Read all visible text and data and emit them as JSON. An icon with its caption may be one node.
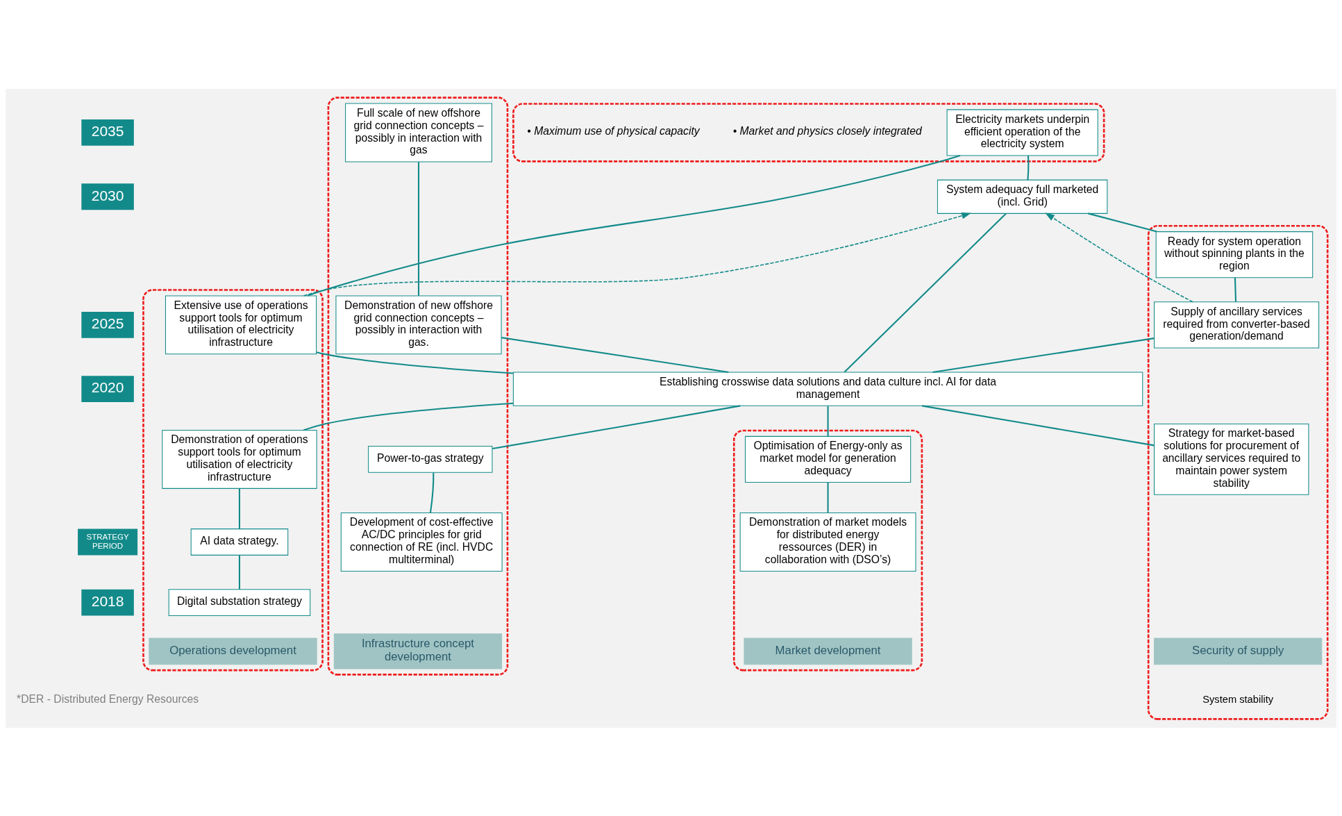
{
  "diagram": {
    "nodes": [
      {
        "text": [],
        "shape": "box"
      },
      {
        "text": [
          "Electricity markets underpin efficient operation of the electricity system"
        ],
        "in": 0,
        "beside": [
          "• Market and physics closely integrated",
          "• Maximum use of physical capacity"
        ]
      },
      {
        "text": [
          "System adequacy full marketed (incl. Grid)"
        ]
      },
      {
        "text": [],
        "shape": "box"
      },
      {
        "text": [
          "Full scale of new offshore grid connection concepts – possibly in interaction with gas"
        ],
        "in": 3
      },
      {
        "text": [
          "Demonstration of new offshore grid connection concepts – possibly in interaction with gas."
        ],
        "in": 3
      },
      {
        "text": [
          "Power-to-gas strategy"
        ],
        "in": 3
      },
      {
        "text": [
          "Development of cost-effective AC/DC principles for grid connection of RE (incl. HVDC multiterminal)"
        ],
        "in": 3
      },
      {
        "text": [
          "Infrastructure concept development"
        ],
        "in": 3
      },
      {
        "text": [],
        "shape": "box"
      },
      {
        "text": [
          "Extensive use of operations support tools for optimum utilisation of electricity infrastructure"
        ],
        "in": 9
      },
      {
        "text": [
          "Demonstration of operations support tools for optimum utilisation of electricity infrastructure"
        ],
        "in": 9
      },
      {
        "text": [
          "AI data strategy."
        ],
        "in": 9
      },
      {
        "text": [
          "Digital substation strategy"
        ],
        "in": 9
      },
      {
        "text": [
          "Operations development"
        ],
        "in": 9
      },
      {
        "text": [],
        "shape": "box"
      },
      {
        "text": [
          "Optimisation of Energy-only as market model for generation adequacy"
        ],
        "in": 15
      },
      {
        "text": [
          "Demonstration of market models for distributed energy ressources (DER) in collaboration with (DSO’s)"
        ],
        "in": 15
      },
      {
        "text": [
          "Market development"
        ],
        "in": 15
      },
      {
        "text": [],
        "shape": "box"
      },
      {
        "text": [
          "Ready for system operation without spinning plants in the region"
        ],
        "in": 19
      },
      {
        "text": [
          "Supply of ancillary services required from converter-based generation/demand"
        ],
        "in": 19
      },
      {
        "text": [
          "Strategy for market-based solutions for procurement of ancillary services required to maintain power system stability"
        ],
        "in": 19
      },
      {
        "text": [
          "Security of supply"
        ],
        "in": 19,
        "beside": [
          "System stability"
        ]
      },
      {
        "text": [
          "Establishing crosswise data solutions and data culture incl. AI for data management"
        ]
      }
    ],
    "edges": [
      {
        "from": 4,
        "to": 5,
        "arrow": "none"
      },
      {
        "from": 5,
        "to": 24,
        "arrow": "none"
      },
      {
        "from": 24,
        "to": 6,
        "arrow": "none"
      },
      {
        "from": 6,
        "to": 7,
        "arrow": "none"
      },
      {
        "from": 1,
        "to": 10,
        "arrow": "none"
      },
      {
        "from": 10,
        "to": 24,
        "arrow": "none"
      },
      {
        "from": 24,
        "to": 11,
        "arrow": "none"
      },
      {
        "from": 11,
        "to": 12,
        "arrow": "none"
      },
      {
        "from": 12,
        "to": 13,
        "arrow": "none"
      },
      {
        "from": 1,
        "to": 2,
        "arrow": "none"
      },
      {
        "from": 2,
        "to": 24,
        "arrow": "none"
      },
      {
        "from": 2,
        "to": 20,
        "arrow": "none"
      },
      {
        "from": 20,
        "to": 21,
        "arrow": "none"
      },
      {
        "from": 21,
        "to": 24,
        "arrow": "none"
      },
      {
        "from": 24,
        "to": 16,
        "arrow": "none"
      },
      {
        "from": 16,
        "to": 17,
        "arrow": "none"
      },
      {
        "from": 24,
        "to": 22,
        "arrow": "none"
      },
      {
        "from": 10,
        "to": 2,
        "arrow": "to",
        "style": "dashed"
      },
      {
        "from": 21,
        "to": 2,
        "arrow": "to",
        "style": "dashed"
      }
    ],
    "labels": [
      "2035",
      "2030",
      "2025",
      "2020",
      "STRATEGY PERIOD",
      "2018",
      "*DER - Distributed Energy Resources"
    ]
  }
}
